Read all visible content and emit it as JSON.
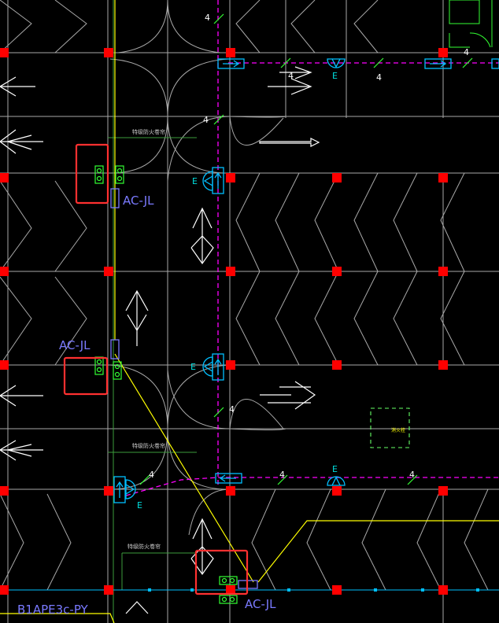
{
  "colors": {
    "background": "#000000",
    "grid": "#a8a8a8",
    "column": "#ff0000",
    "emergency_line": "#ff00ff",
    "light_blue": "#00bfff",
    "highlight_box": "#ff3030",
    "yellow_wire": "#ffff00",
    "green_sensor": "#33ff33",
    "ac_text": "#7a7aff",
    "cyan_text": "#00e0e0",
    "white": "#ffffff",
    "detector_green": "#66ff66"
  },
  "labels": {
    "ac_jl_1": "AC-JL",
    "ac_jl_2": "AC-JL",
    "ac_jl_3": "AC-JL",
    "area_code": "B1APE3c-PY",
    "fire_shutter_1": "特级防火卷帘",
    "fire_shutter_2": "特级防火卷帘",
    "fire_shutter_3": "特级防火卷帘",
    "e": "E",
    "n4": "4",
    "device_box": "消火栓"
  },
  "icons": {
    "exit_sign": "exit-arrow-sign-icon",
    "emergency_light": "emergency-light-icon",
    "sensor": "magnetic-door-sensor-icon",
    "direction_arrow": "drive-direction-arrow-icon"
  }
}
